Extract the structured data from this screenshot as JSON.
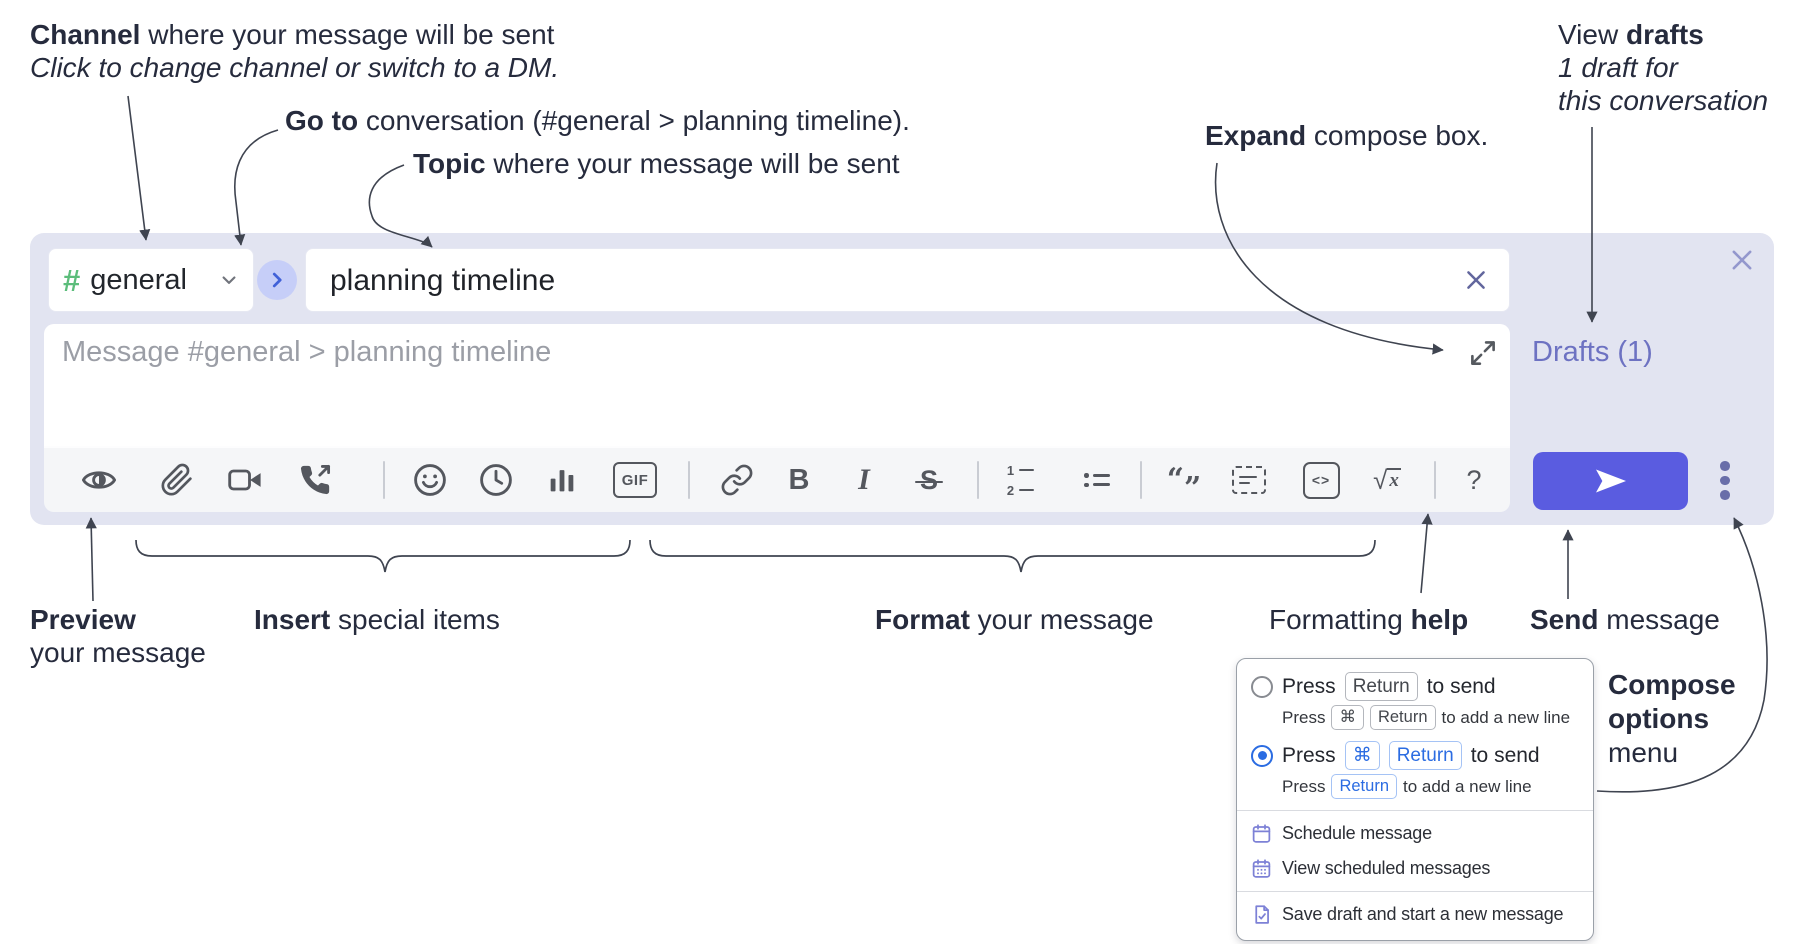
{
  "annotations": {
    "channel_line1_bold": "Channel",
    "channel_line1_rest": " where your message will be sent",
    "channel_line2": "Click to change channel or switch to a DM.",
    "goto_bold": "Go to",
    "goto_rest": " conversation (#general > planning timeline).",
    "topic_bold": "Topic",
    "topic_rest": " where your message will be sent",
    "expand_bold": "Expand",
    "expand_rest": " compose box.",
    "view_drafts_pre": "View ",
    "view_drafts_bold": "drafts",
    "view_drafts_line2": "1 draft for",
    "view_drafts_line3": "this conversation",
    "preview_bold": "Preview",
    "preview_line2": "your message",
    "insert_bold": "Insert",
    "insert_rest": " special items",
    "format_bold": "Format",
    "format_rest": " your message",
    "help_pre": "Formatting ",
    "help_bold": "help",
    "send_bold": "Send",
    "send_rest": " message",
    "compose_options_line1": "Compose",
    "compose_options_line2": "options",
    "compose_options_line3": "menu"
  },
  "compose": {
    "channel_hash": "#",
    "channel_name": "general",
    "topic_value": "planning timeline",
    "message_placeholder": "Message #general > planning timeline",
    "drafts_link": "Drafts (1)",
    "toolbar": {
      "bold_label": "B",
      "italic_label": "I",
      "strike_label": "S",
      "gif_label": "GIF",
      "code_label": "<>",
      "sqrt_sign": "√",
      "sqrt_x": "x",
      "help_label": "?",
      "quote_open": "“",
      "quote_close": "”",
      "ol_num1": "1",
      "ol_num2": "2",
      "icons": [
        "preview",
        "attach-file",
        "start-video-call",
        "start-voice-call",
        "emoji",
        "add-global-time",
        "add-poll",
        "add-gif",
        "link",
        "bold",
        "italic",
        "strikethrough",
        "numbered-list",
        "bulleted-list",
        "quote",
        "spoiler",
        "code",
        "math",
        "message-formatting-help"
      ]
    }
  },
  "popup": {
    "press": "Press",
    "key_return": "Return",
    "key_cmd": "⌘",
    "to_send": "to send",
    "to_add": "to add a new line",
    "items": [
      {
        "label": "Schedule message"
      },
      {
        "label": "View scheduled messages"
      },
      {
        "label": "Save draft and start a new message"
      }
    ]
  },
  "colors": {
    "container_bg": "#e2e4f1",
    "send_button": "#5a5ce0",
    "drafts_link": "#6d72c2",
    "selected_key_blue": "#2b6ce2",
    "hash_green": "#5cbd7b",
    "menu_icon_purple": "#7d81d6",
    "toolbar_icon": "#54575e",
    "annotation_text": "#262b3d"
  }
}
